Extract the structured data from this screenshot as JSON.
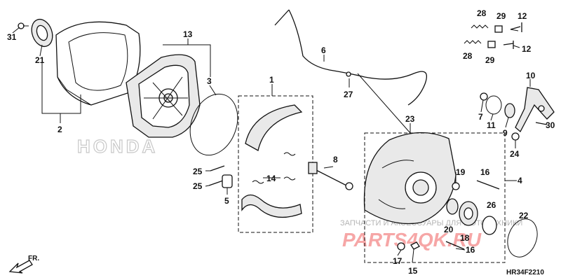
{
  "diagram": {
    "callouts": [
      {
        "id": "c31",
        "text": "31"
      },
      {
        "id": "c21",
        "text": "21"
      },
      {
        "id": "c2",
        "text": "2"
      },
      {
        "id": "c13",
        "text": "13"
      },
      {
        "id": "c3",
        "text": "3"
      },
      {
        "id": "c1",
        "text": "1"
      },
      {
        "id": "c6",
        "text": "6"
      },
      {
        "id": "c27",
        "text": "27"
      },
      {
        "id": "c23",
        "text": "23"
      },
      {
        "id": "c8",
        "text": "8"
      },
      {
        "id": "c25a",
        "text": "25"
      },
      {
        "id": "c25b",
        "text": "25"
      },
      {
        "id": "c5",
        "text": "5"
      },
      {
        "id": "c14",
        "text": "14"
      },
      {
        "id": "c28a",
        "text": "28"
      },
      {
        "id": "c29a",
        "text": "29"
      },
      {
        "id": "c12a",
        "text": "12"
      },
      {
        "id": "c28b",
        "text": "28"
      },
      {
        "id": "c29b",
        "text": "29"
      },
      {
        "id": "c12b",
        "text": "12"
      },
      {
        "id": "c10",
        "text": "10"
      },
      {
        "id": "c7",
        "text": "7"
      },
      {
        "id": "c11",
        "text": "11"
      },
      {
        "id": "c9",
        "text": "9"
      },
      {
        "id": "c30",
        "text": "30"
      },
      {
        "id": "c24",
        "text": "24"
      },
      {
        "id": "c19",
        "text": "19"
      },
      {
        "id": "c16a",
        "text": "16"
      },
      {
        "id": "c4",
        "text": "4"
      },
      {
        "id": "c20",
        "text": "20"
      },
      {
        "id": "c18",
        "text": "18"
      },
      {
        "id": "c26",
        "text": "26"
      },
      {
        "id": "c22",
        "text": "22"
      },
      {
        "id": "c16b",
        "text": "16"
      },
      {
        "id": "c17",
        "text": "17"
      },
      {
        "id": "c15",
        "text": "15"
      }
    ],
    "diagram_code": "HR34F2210",
    "front_label": "FR.",
    "watermark_brand": "HONDA",
    "watermark_site": "PARTS4QK.RU",
    "watermark_caption": "ЗАПЧАСТИ И АКСЕССУАРЫ ДЛЯ МОТОТЕХНИКИ"
  }
}
